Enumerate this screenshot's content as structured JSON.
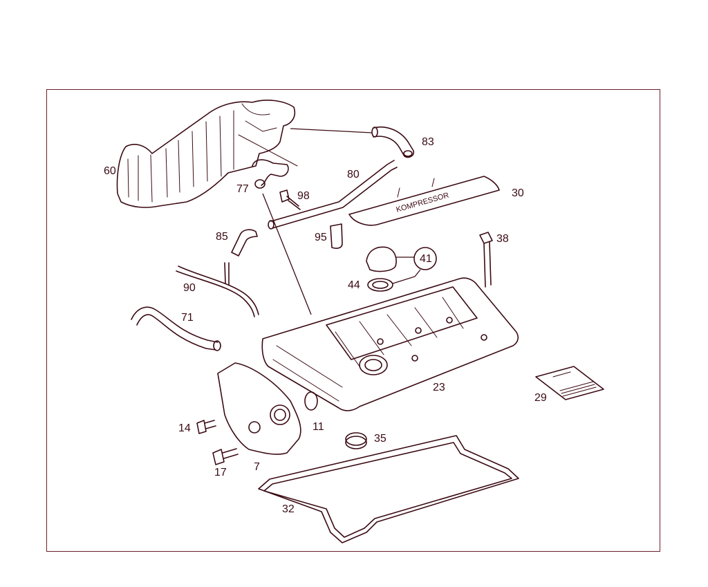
{
  "labels": {
    "p60": "60",
    "p83": "83",
    "p80": "80",
    "p77": "77",
    "p98": "98",
    "p30": "30",
    "p85": "85",
    "p95": "95",
    "p38": "38",
    "p41": "41",
    "p44": "44",
    "p90": "90",
    "p71": "71",
    "p23": "23",
    "p29": "29",
    "p11": "11",
    "p14": "14",
    "p35": "35",
    "p17": "17",
    "p7": "7",
    "p32": "32"
  },
  "cover_text": "KOMPRESSOR",
  "colors": {
    "line": "#3a0a12",
    "frame": "#6b1f2a",
    "background": "#ffffff"
  }
}
